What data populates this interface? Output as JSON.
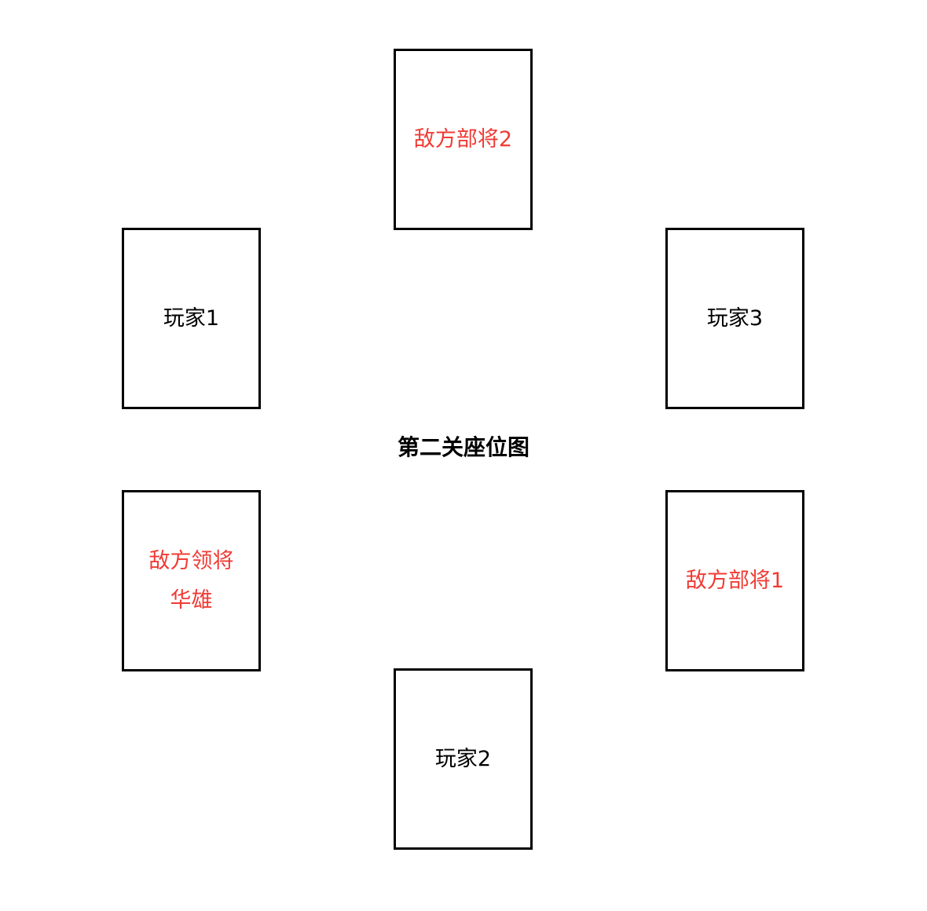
{
  "title": "第二关座位图",
  "colors": {
    "player": "#000000",
    "enemy": "#f03b35",
    "border": "#000000"
  },
  "seats": {
    "top": {
      "lines": [
        "敌方部将2"
      ],
      "role": "enemy"
    },
    "left1": {
      "lines": [
        "玩家1"
      ],
      "role": "player"
    },
    "right1": {
      "lines": [
        "玩家3"
      ],
      "role": "player"
    },
    "left2": {
      "lines": [
        "敌方领将",
        "华雄"
      ],
      "role": "enemy"
    },
    "right2": {
      "lines": [
        "敌方部将1"
      ],
      "role": "enemy"
    },
    "bottom": {
      "lines": [
        "玩家2"
      ],
      "role": "player"
    }
  }
}
